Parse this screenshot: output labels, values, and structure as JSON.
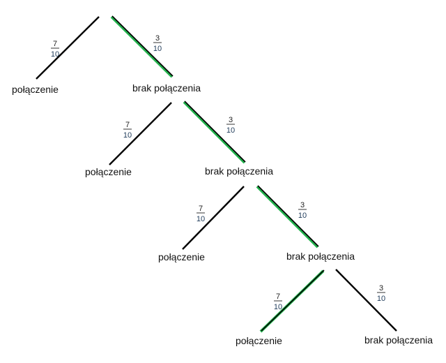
{
  "tree": {
    "levels": [
      {
        "left_label": "połączenie",
        "right_label": "brak połączenia",
        "left_prob": {
          "num": "7",
          "den": "10"
        },
        "right_prob": {
          "num": "3",
          "den": "10"
        },
        "highlighted": "right"
      },
      {
        "left_label": "połączenie",
        "right_label": "brak połączenia",
        "left_prob": {
          "num": "7",
          "den": "10"
        },
        "right_prob": {
          "num": "3",
          "den": "10"
        },
        "highlighted": "right"
      },
      {
        "left_label": "połączenie",
        "right_label": "brak połączenia",
        "left_prob": {
          "num": "7",
          "den": "10"
        },
        "right_prob": {
          "num": "3",
          "den": "10"
        },
        "highlighted": "right"
      },
      {
        "left_label": "połączenie",
        "right_label": "brak połączenia",
        "left_prob": {
          "num": "7",
          "den": "10"
        },
        "right_prob": {
          "num": "3",
          "den": "10"
        },
        "highlighted": "left"
      }
    ],
    "colors": {
      "branch": "#000000",
      "highlight": "#22b14c"
    }
  }
}
